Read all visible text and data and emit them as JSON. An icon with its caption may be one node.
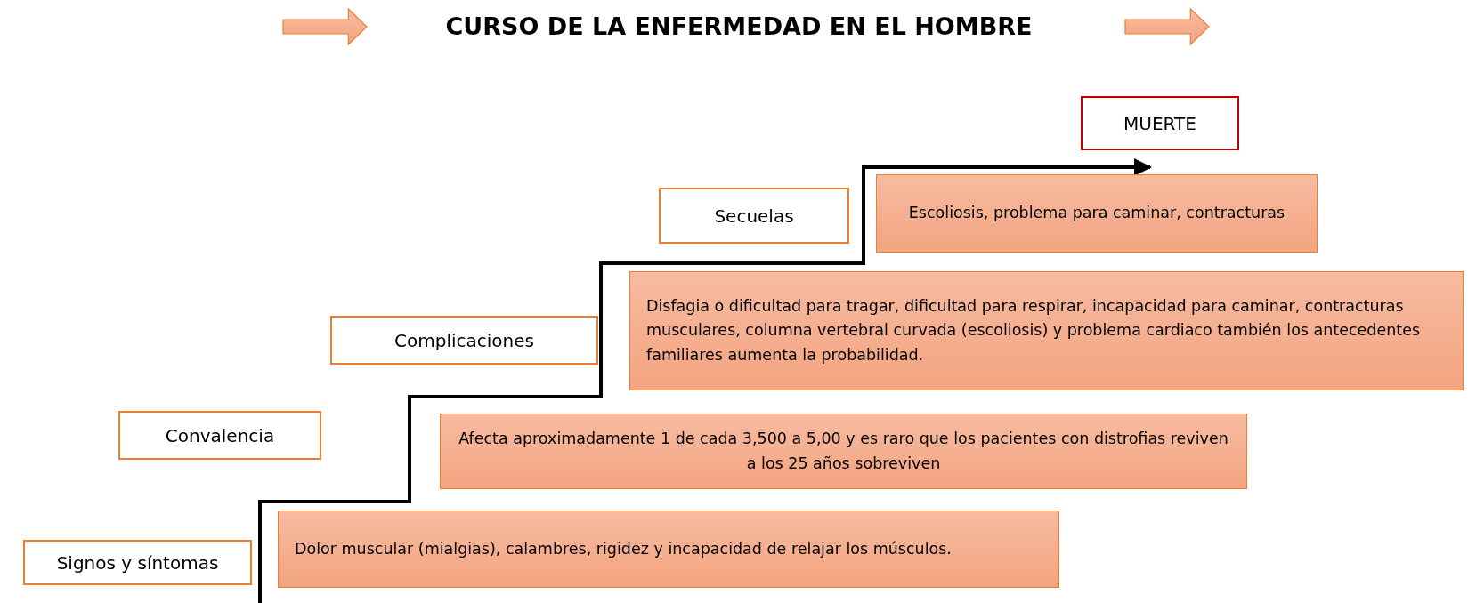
{
  "diagram": {
    "title": "CURSO DE LA ENFERMEDAD EN EL HOMBRE",
    "nodes": [
      {
        "text": [
          "MUERTE"
        ]
      },
      {
        "text": [
          "Secuelas"
        ]
      },
      {
        "text": [
          "Escoliosis, problema para caminar, contracturas"
        ]
      },
      {
        "text": [
          "Complicaciones"
        ]
      },
      {
        "text": [
          "Disfagia o dificultad para tragar, dificultad para respirar, incapacidad para caminar, contracturas musculares, columna vertebral curvada (escoliosis) y problema cardiaco también los antecedentes familiares aumenta la probabilidad."
        ]
      },
      {
        "text": [
          "Convalencia"
        ]
      },
      {
        "text": [
          "Afecta aproximadamente 1 de cada 3,500 a 5,00 y es raro que los pacientes con distrofias reviven a los 25 años sobreviven"
        ]
      },
      {
        "text": [
          "Signos y síntomas"
        ]
      },
      {
        "text": [
          "Dolor muscular (mialgias), calambres, rigidez y incapacidad de relajar los músculos."
        ]
      }
    ]
  }
}
